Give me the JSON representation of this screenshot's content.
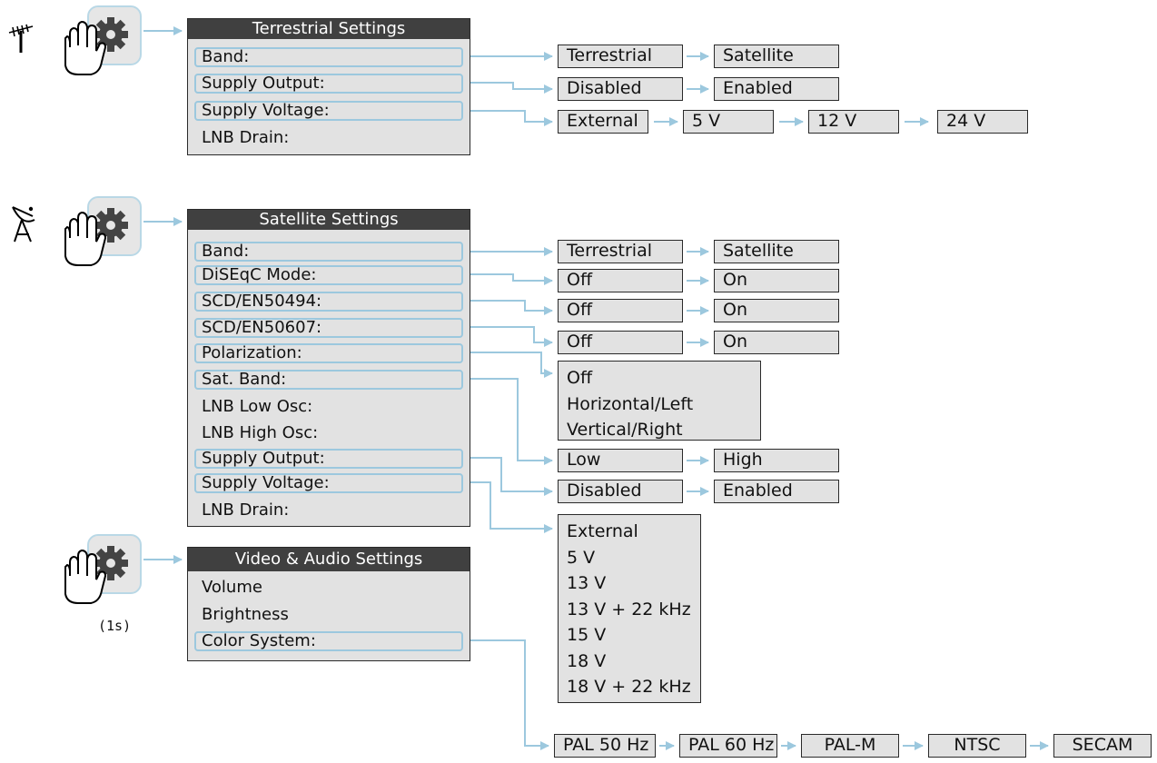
{
  "terrestrial": {
    "title": "Terrestrial Settings",
    "items": [
      "Band:",
      "Supply Output:",
      "Supply Voltage:",
      "LNB Drain:"
    ],
    "band_options": [
      "Terrestrial",
      "Satellite"
    ],
    "supply_output_options": [
      "Disabled",
      "Enabled"
    ],
    "supply_voltage_options": [
      "External",
      "5 V",
      "12 V",
      "24 V"
    ]
  },
  "satellite": {
    "title": "Satellite Settings",
    "items": [
      "Band:",
      "DiSEqC Mode:",
      "SCD/EN50494:",
      "SCD/EN50607:",
      "Polarization:",
      "Sat. Band:",
      "LNB Low Osc:",
      "LNB High Osc:",
      "Supply Output:",
      "Supply Voltage:",
      "LNB Drain:"
    ],
    "band_options": [
      "Terrestrial",
      "Satellite"
    ],
    "diseqc_options": [
      "Off",
      "On"
    ],
    "scd50494_options": [
      "Off",
      "On"
    ],
    "scd50607_options": [
      "Off",
      "On"
    ],
    "polarization_options": [
      "Off",
      "Horizontal/Left",
      "Vertical/Right"
    ],
    "sat_band_options": [
      "Low",
      "High"
    ],
    "supply_output_options": [
      "Disabled",
      "Enabled"
    ],
    "supply_voltage_options": [
      "External",
      "5 V",
      "13 V",
      "13 V + 22 kHz",
      "15 V",
      "18 V",
      "18 V + 22 kHz"
    ]
  },
  "video_audio": {
    "title": "Video & Audio Settings",
    "items": [
      "Volume",
      "Brightness",
      "Color System:"
    ],
    "hold_caption": "(1s)",
    "color_system_options": [
      "PAL 50 Hz",
      "PAL 60 Hz",
      "PAL-M",
      "NTSC",
      "SECAM"
    ]
  },
  "icons": [
    "antenna-icon",
    "satellite-dish-icon",
    "hand-press-gear-icon",
    "arrow-icon"
  ],
  "colors": {
    "connector": "#9cc8de",
    "panel_bg": "#e2e2e2",
    "title_bg": "#404040"
  }
}
